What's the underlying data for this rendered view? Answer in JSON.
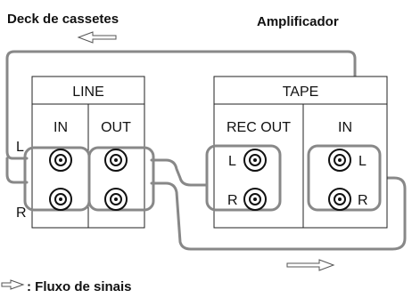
{
  "devices": {
    "left_title": "Deck de cassetes",
    "right_title": "Amplificador"
  },
  "left_panel": {
    "header": "LINE",
    "col_in": "IN",
    "col_out": "OUT",
    "row_l": "L",
    "row_r": "R"
  },
  "right_panel": {
    "header": "TAPE",
    "col_recout": "REC OUT",
    "col_in": "IN",
    "recout_l": "L",
    "recout_r": "R",
    "in_l": "L",
    "in_r": "R"
  },
  "legend": {
    "label": ": Fluxo de sinais"
  }
}
